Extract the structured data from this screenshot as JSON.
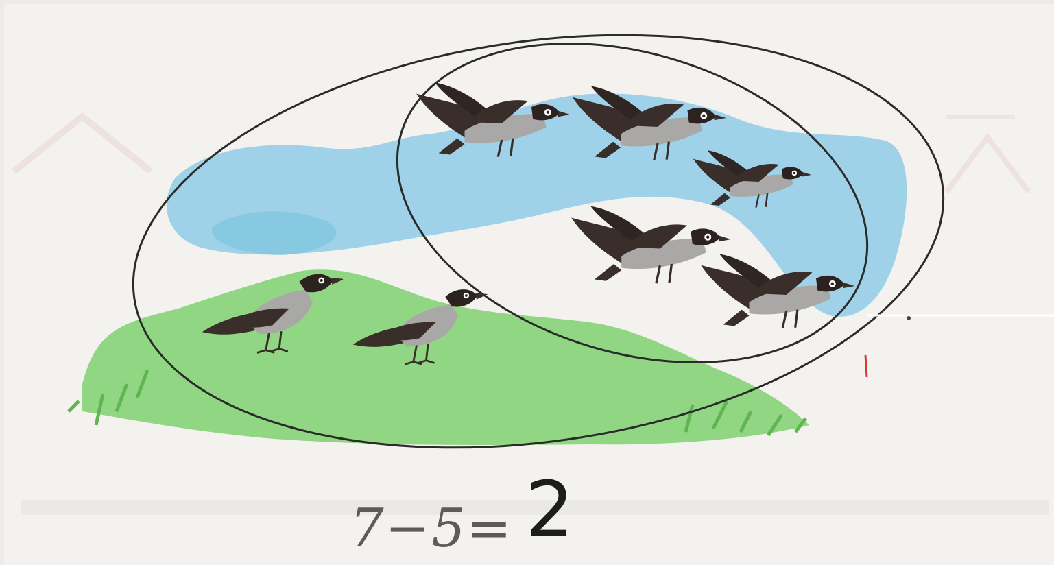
{
  "equation": {
    "minuend": "7",
    "minus": "−",
    "subtrahend": "5",
    "equals": "=",
    "answer": "2"
  },
  "sets": {
    "total_birds": 7,
    "flying_birds": 5,
    "ground_birds": 2
  },
  "colors": {
    "sky": "#8fcde6",
    "grass": "#7fd16f",
    "bird_dark": "#3a2e2b",
    "bird_grey": "#a9a8a7",
    "outline": "#2b2b2b"
  }
}
